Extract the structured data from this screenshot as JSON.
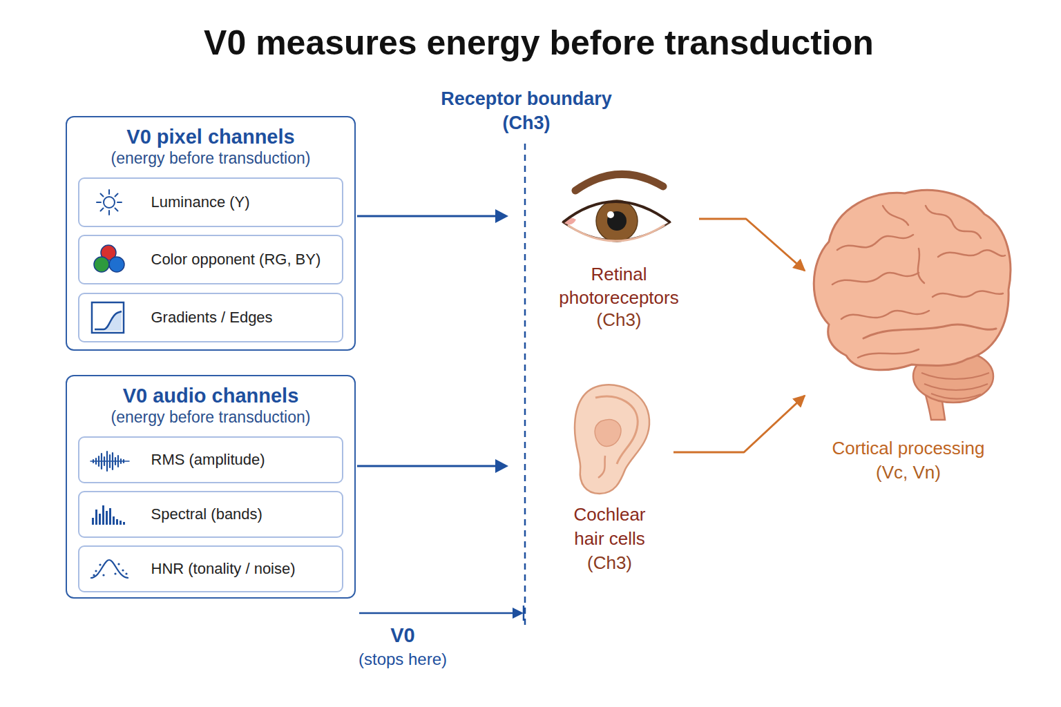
{
  "diagram": {
    "title": "V0 measures energy before transduction",
    "nodes": [
      {
        "text": [
          "V0 pixel channels",
          "(energy before transduction)"
        ]
      },
      {
        "text": [
          "Luminance (Y)"
        ],
        "in": 0
      },
      {
        "text": [
          "Color opponent (RG, BY)"
        ],
        "in": 0
      },
      {
        "text": [
          "Gradients / Edges"
        ],
        "in": 0
      },
      {
        "text": [
          "V0 audio channels",
          "(energy before transduction)"
        ]
      },
      {
        "text": [
          "RMS (amplitude)"
        ],
        "in": 4
      },
      {
        "text": [
          "Spectral (bands)"
        ],
        "in": 4
      },
      {
        "text": [
          "HNR (tonality / noise)"
        ],
        "in": 4
      },
      {
        "text": [
          "Retinal photoreceptors",
          "(Ch3)"
        ]
      },
      {
        "text": [
          "Cochlear hair cells",
          "(Ch3)"
        ]
      },
      {
        "text": [
          "Cortical processing",
          "(Vc, Vn)"
        ]
      }
    ],
    "edges": [
      {
        "from": 8,
        "to": 10,
        "arrow": "to"
      },
      {
        "from": 9,
        "to": 10,
        "arrow": "to"
      }
    ],
    "labels": [
      "Receptor boundary",
      "(Ch3)",
      "V0",
      "(stops here)"
    ]
  }
}
